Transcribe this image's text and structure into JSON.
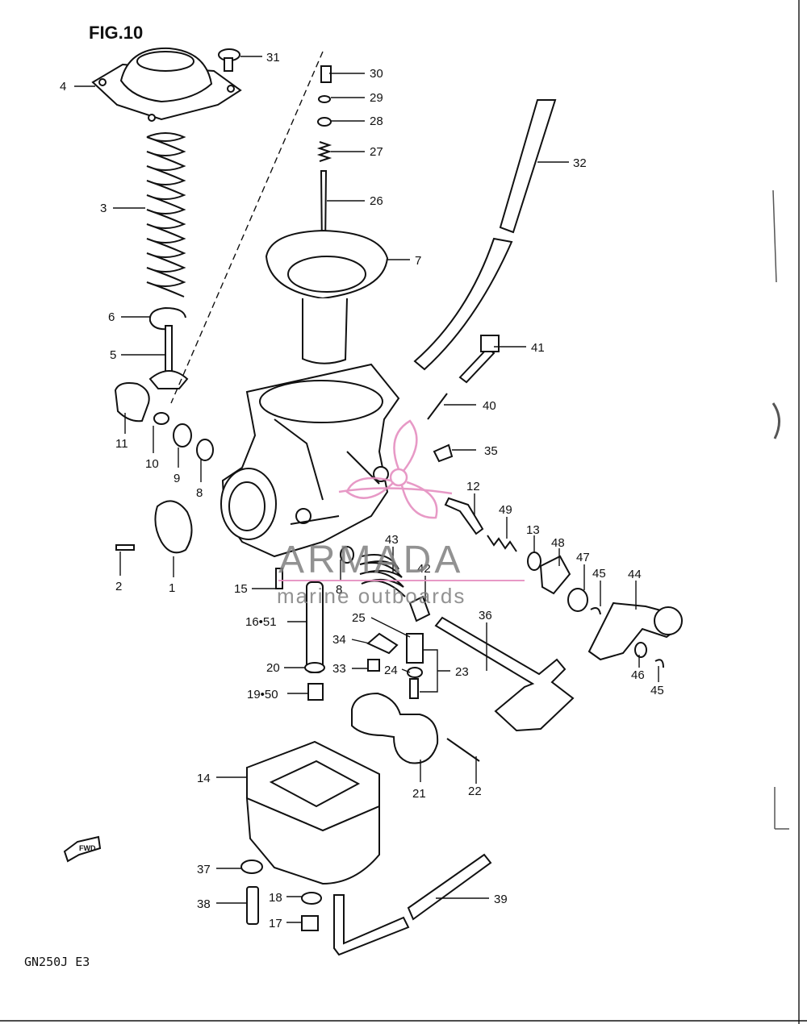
{
  "figure": {
    "title": "FIG.10",
    "model_code": "GN250J E3"
  },
  "fwd_label": "FWD",
  "watermark": {
    "brand": "ARMADA",
    "tagline": "marine outboards",
    "accent": "#e58fc0",
    "text_color": "#808080"
  },
  "callouts": [
    "31",
    "4",
    "30",
    "29",
    "28",
    "27",
    "32",
    "3",
    "26",
    "7",
    "6",
    "5",
    "41",
    "40",
    "11",
    "10",
    "9",
    "8",
    "35",
    "12",
    "1",
    "2",
    "49",
    "13",
    "48",
    "47",
    "45",
    "44",
    "43",
    "42",
    "8",
    "15",
    "16•51",
    "36",
    "25",
    "34",
    "33",
    "24",
    "23",
    "20",
    "19•50",
    "46",
    "45",
    "14",
    "21",
    "22",
    "37",
    "18",
    "39",
    "38",
    "17"
  ]
}
